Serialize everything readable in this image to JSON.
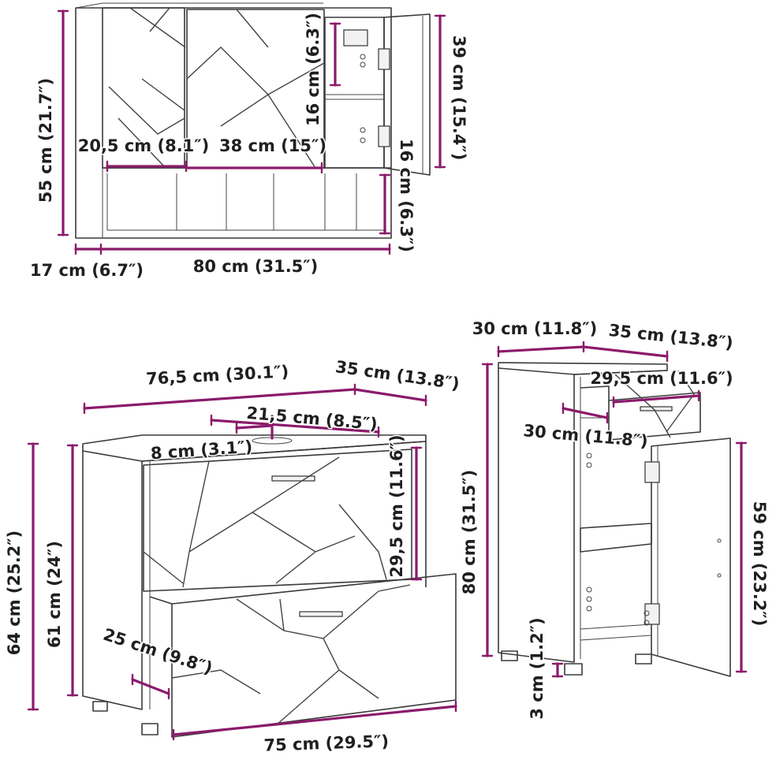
{
  "colors": {
    "dimension_line": "#8b1a6b",
    "drawing_line": "#3a3a3a",
    "label_text": "#1f1f1f",
    "background": "#ffffff"
  },
  "mirror_cabinet": {
    "height_total": "55 cm (21.7″)",
    "door_height": "39 cm (15.4″)",
    "shelf_spacing": "16 cm (6.3″)",
    "open_shelf_height": "16 cm (6.3″)",
    "left_door_width": "20,5 cm (8.1″)",
    "middle_door_width": "38 cm (15″)",
    "depth": "17 cm (6.7″)",
    "width": "80 cm (31.5″)"
  },
  "sink_cabinet": {
    "width_top": "76,5 cm (30.1″)",
    "depth": "35 cm (13.8″)",
    "cutout_width": "21,5 cm (8.5″)",
    "cutout_depth": "8 cm (3.1″)",
    "cutout_height": "29,5 cm (11.6″)",
    "height_total": "64 cm (25.2″)",
    "height_body": "61 cm (24″)",
    "drawer_depth": "25 cm (9.8″)",
    "drawer_width": "75 cm (29.5″)"
  },
  "side_cabinet": {
    "width": "30 cm (11.8″)",
    "depth": "35 cm (13.8″)",
    "drawer_depth": "29,5 cm (11.6″)",
    "drawer_width": "30 cm (11.8″)",
    "height_total": "80 cm (31.5″)",
    "door_height": "59 cm (23.2″)",
    "feet_height": "3 cm (1.2″)"
  }
}
